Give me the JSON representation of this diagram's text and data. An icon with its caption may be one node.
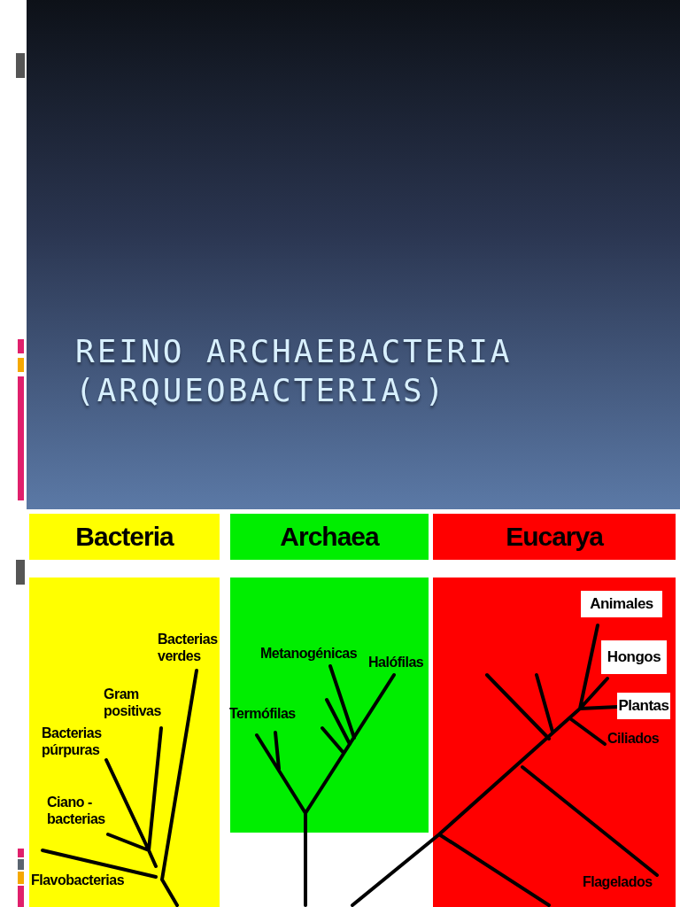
{
  "diagram": {
    "title": "REINO ARCHAEBACTERIA (ARQUEOBACTERIAS)",
    "nodes": [
      {
        "text": [
          "Bacteria"
        ]
      },
      {
        "text": [
          "Archaea"
        ]
      },
      {
        "text": [
          "Eucarya"
        ]
      },
      {
        "text": [
          "Animales"
        ]
      },
      {
        "text": [
          "Hongos"
        ]
      },
      {
        "text": [
          "Plantas"
        ]
      }
    ],
    "edges": [],
    "labels": [
      "Bacterias verdes",
      "Gram positivas",
      "Bacterias púrpuras",
      "Ciano - bacterias",
      "Flavobacterias",
      "Metanogénicas",
      "Halófilas",
      "Termófilas",
      "Ciliados",
      "Flagelados"
    ]
  }
}
